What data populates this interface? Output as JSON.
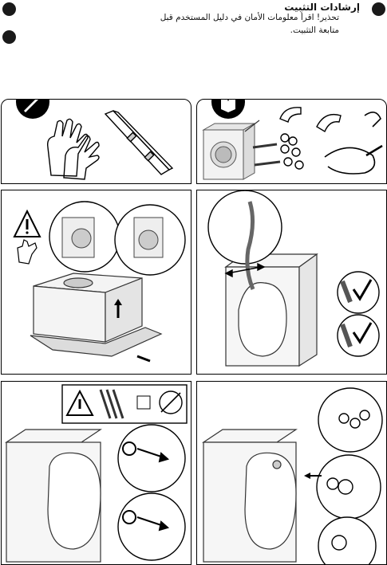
{
  "header": {
    "title": "إرشادات التثبيت",
    "line1": "تحذير! اقرأ معلومات الأمان في دليل المستخدم قبل",
    "line2": "متابعة التثبيت."
  },
  "icons": {
    "tools": "wrench-icon",
    "box": "box-icon",
    "warning": "warning-triangle-icon"
  }
}
